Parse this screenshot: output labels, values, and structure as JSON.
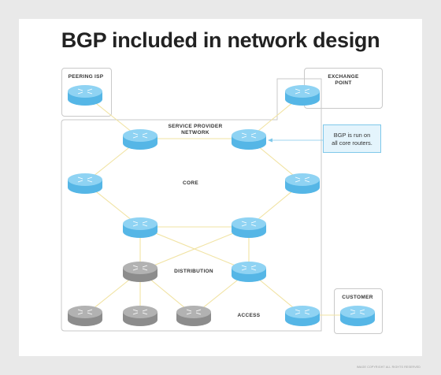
{
  "title": "BGP included in network design",
  "labels": {
    "peering_isp": "PEERING ISP",
    "exchange_point_line1": "EXCHANGE",
    "exchange_point_line2": "POINT",
    "service_provider_line1": "SERVICE PROVIDER",
    "service_provider_line2": "NETWORK",
    "core": "CORE",
    "distribution": "DISTRIBUTION",
    "access": "ACCESS",
    "customer": "CUSTOMER"
  },
  "callout": {
    "line1": "BGP is run on",
    "line2": "all core routers."
  },
  "credit": "IMAGE COPYRIGHT ALL RIGHTS RESERVED",
  "colors": {
    "core_router": "#7dcbee",
    "access_router": "#a3a3a3",
    "link": "#f1e3a3",
    "callout_line": "#7fc8ea"
  }
}
